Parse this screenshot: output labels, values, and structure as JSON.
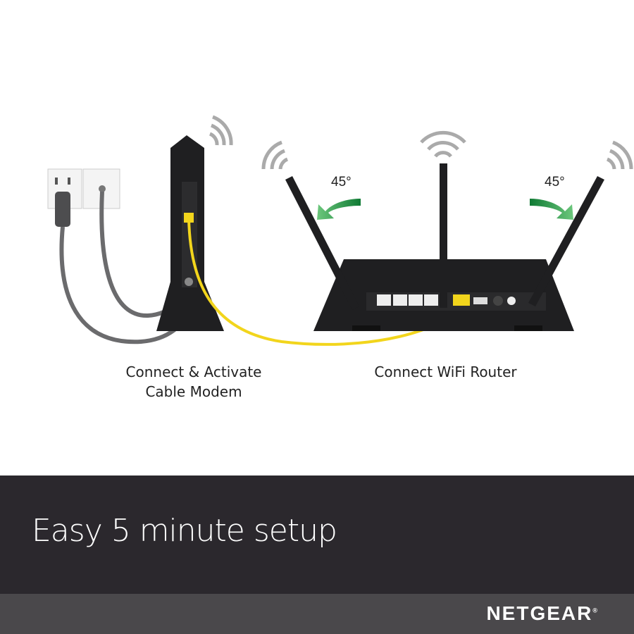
{
  "steps": [
    {
      "label_line1": "Connect & Activate",
      "label_line2": "Cable Modem"
    },
    {
      "label_line1": "Connect WiFi Router"
    }
  ],
  "angles": {
    "left": "45°",
    "right": "45°"
  },
  "tagline": "Easy 5 minute setup",
  "brand": "NETGEAR",
  "colors": {
    "band": "#2b282d",
    "footer": "#4a484b",
    "cable_ethernet": "#f2d51c",
    "arrow": "#2e9b45",
    "device": "#1f1f21"
  },
  "icons": [
    "power-outlet-icon",
    "coax-wall-plate-icon",
    "wifi-signal-icon",
    "rotate-arrow-icon"
  ]
}
